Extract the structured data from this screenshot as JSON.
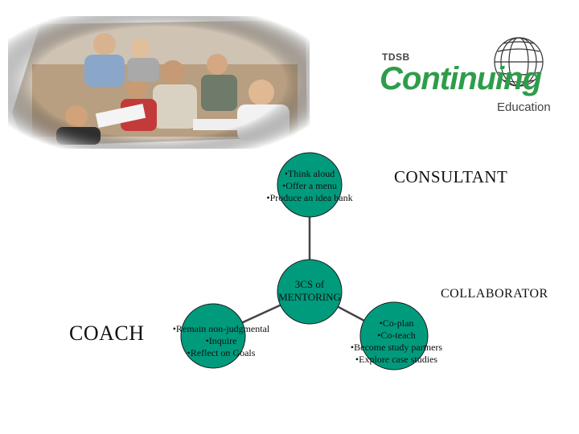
{
  "logo": {
    "small": "TDSB",
    "big": "Continuing",
    "sub": "Education"
  },
  "center": {
    "lines": [
      "3CS of",
      "MENTORING"
    ]
  },
  "consultant": {
    "role": "CONSULTANT",
    "lines": [
      "•Think aloud",
      "•Offer a menu",
      "•Produce an idea bank"
    ]
  },
  "coach": {
    "role": "COACH",
    "lines": [
      "•Remain non-judgmental",
      "•Inquire",
      "•Reflect on Goals"
    ]
  },
  "collaborator": {
    "role": "COLLABORATOR",
    "lines": [
      "•Co-plan",
      "•Co-teach",
      "•Become study partners",
      "•Explore case studies"
    ]
  },
  "colors": {
    "node_fill": "#009b7d",
    "node_stroke": "#1a1a1a",
    "logo_green": "#2e9d4a"
  }
}
